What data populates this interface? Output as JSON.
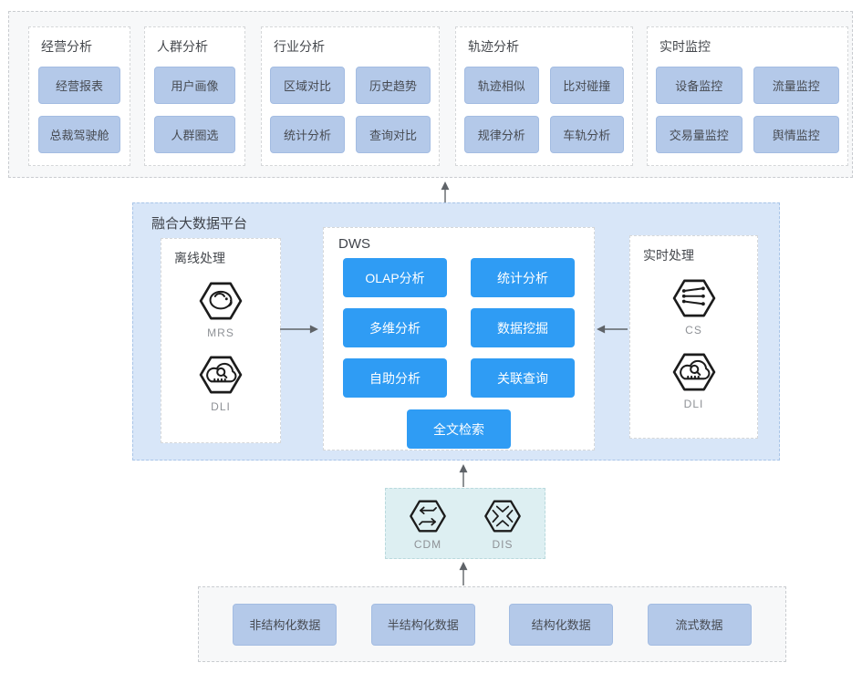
{
  "colors": {
    "app_chip_bg": "#b4c9e9",
    "app_chip_border": "#a3bce2",
    "dws_button_bg": "#2f9cf4",
    "platform_bg": "#d8e6f8",
    "ingestion_bg": "#ddeff2",
    "outer_box_bg": "#f7f8f9",
    "arrow": "#5f6368"
  },
  "top": {
    "groups": [
      {
        "title": "经营分析",
        "buttons": [
          "经营报表",
          "总裁驾驶舱"
        ]
      },
      {
        "title": "人群分析",
        "buttons": [
          "用户画像",
          "人群圈选"
        ]
      },
      {
        "title": "行业分析",
        "buttons": [
          "区域对比",
          "历史趋势",
          "统计分析",
          "查询对比"
        ]
      },
      {
        "title": "轨迹分析",
        "buttons": [
          "轨迹相似",
          "比对碰撞",
          "规律分析",
          "车轨分析"
        ]
      },
      {
        "title": "实时监控",
        "buttons": [
          "设备监控",
          "流量监控",
          "交易量监控",
          "舆情监控"
        ]
      }
    ]
  },
  "platform": {
    "title": "融合大数据平台",
    "offline": {
      "title": "离线处理",
      "services": [
        {
          "name": "MRS",
          "icon": "mrs-elephant-icon"
        },
        {
          "name": "DLI",
          "icon": "dli-cloud-search-icon"
        }
      ]
    },
    "dws": {
      "title": "DWS",
      "buttons": [
        "OLAP分析",
        "统计分析",
        "多维分析",
        "数据挖掘",
        "自助分析",
        "关联查询"
      ],
      "bottom_button": "全文检索"
    },
    "realtime": {
      "title": "实时处理",
      "services": [
        {
          "name": "CS",
          "icon": "cs-stream-icon"
        },
        {
          "name": "DLI",
          "icon": "dli-cloud-search-icon"
        }
      ]
    }
  },
  "ingestion": {
    "services": [
      {
        "name": "CDM",
        "icon": "cdm-sync-arrows-icon"
      },
      {
        "name": "DIS",
        "icon": "dis-chevrons-icon"
      }
    ]
  },
  "sources": {
    "items": [
      "非结构化数据",
      "半结构化数据",
      "结构化数据",
      "流式数据"
    ]
  }
}
